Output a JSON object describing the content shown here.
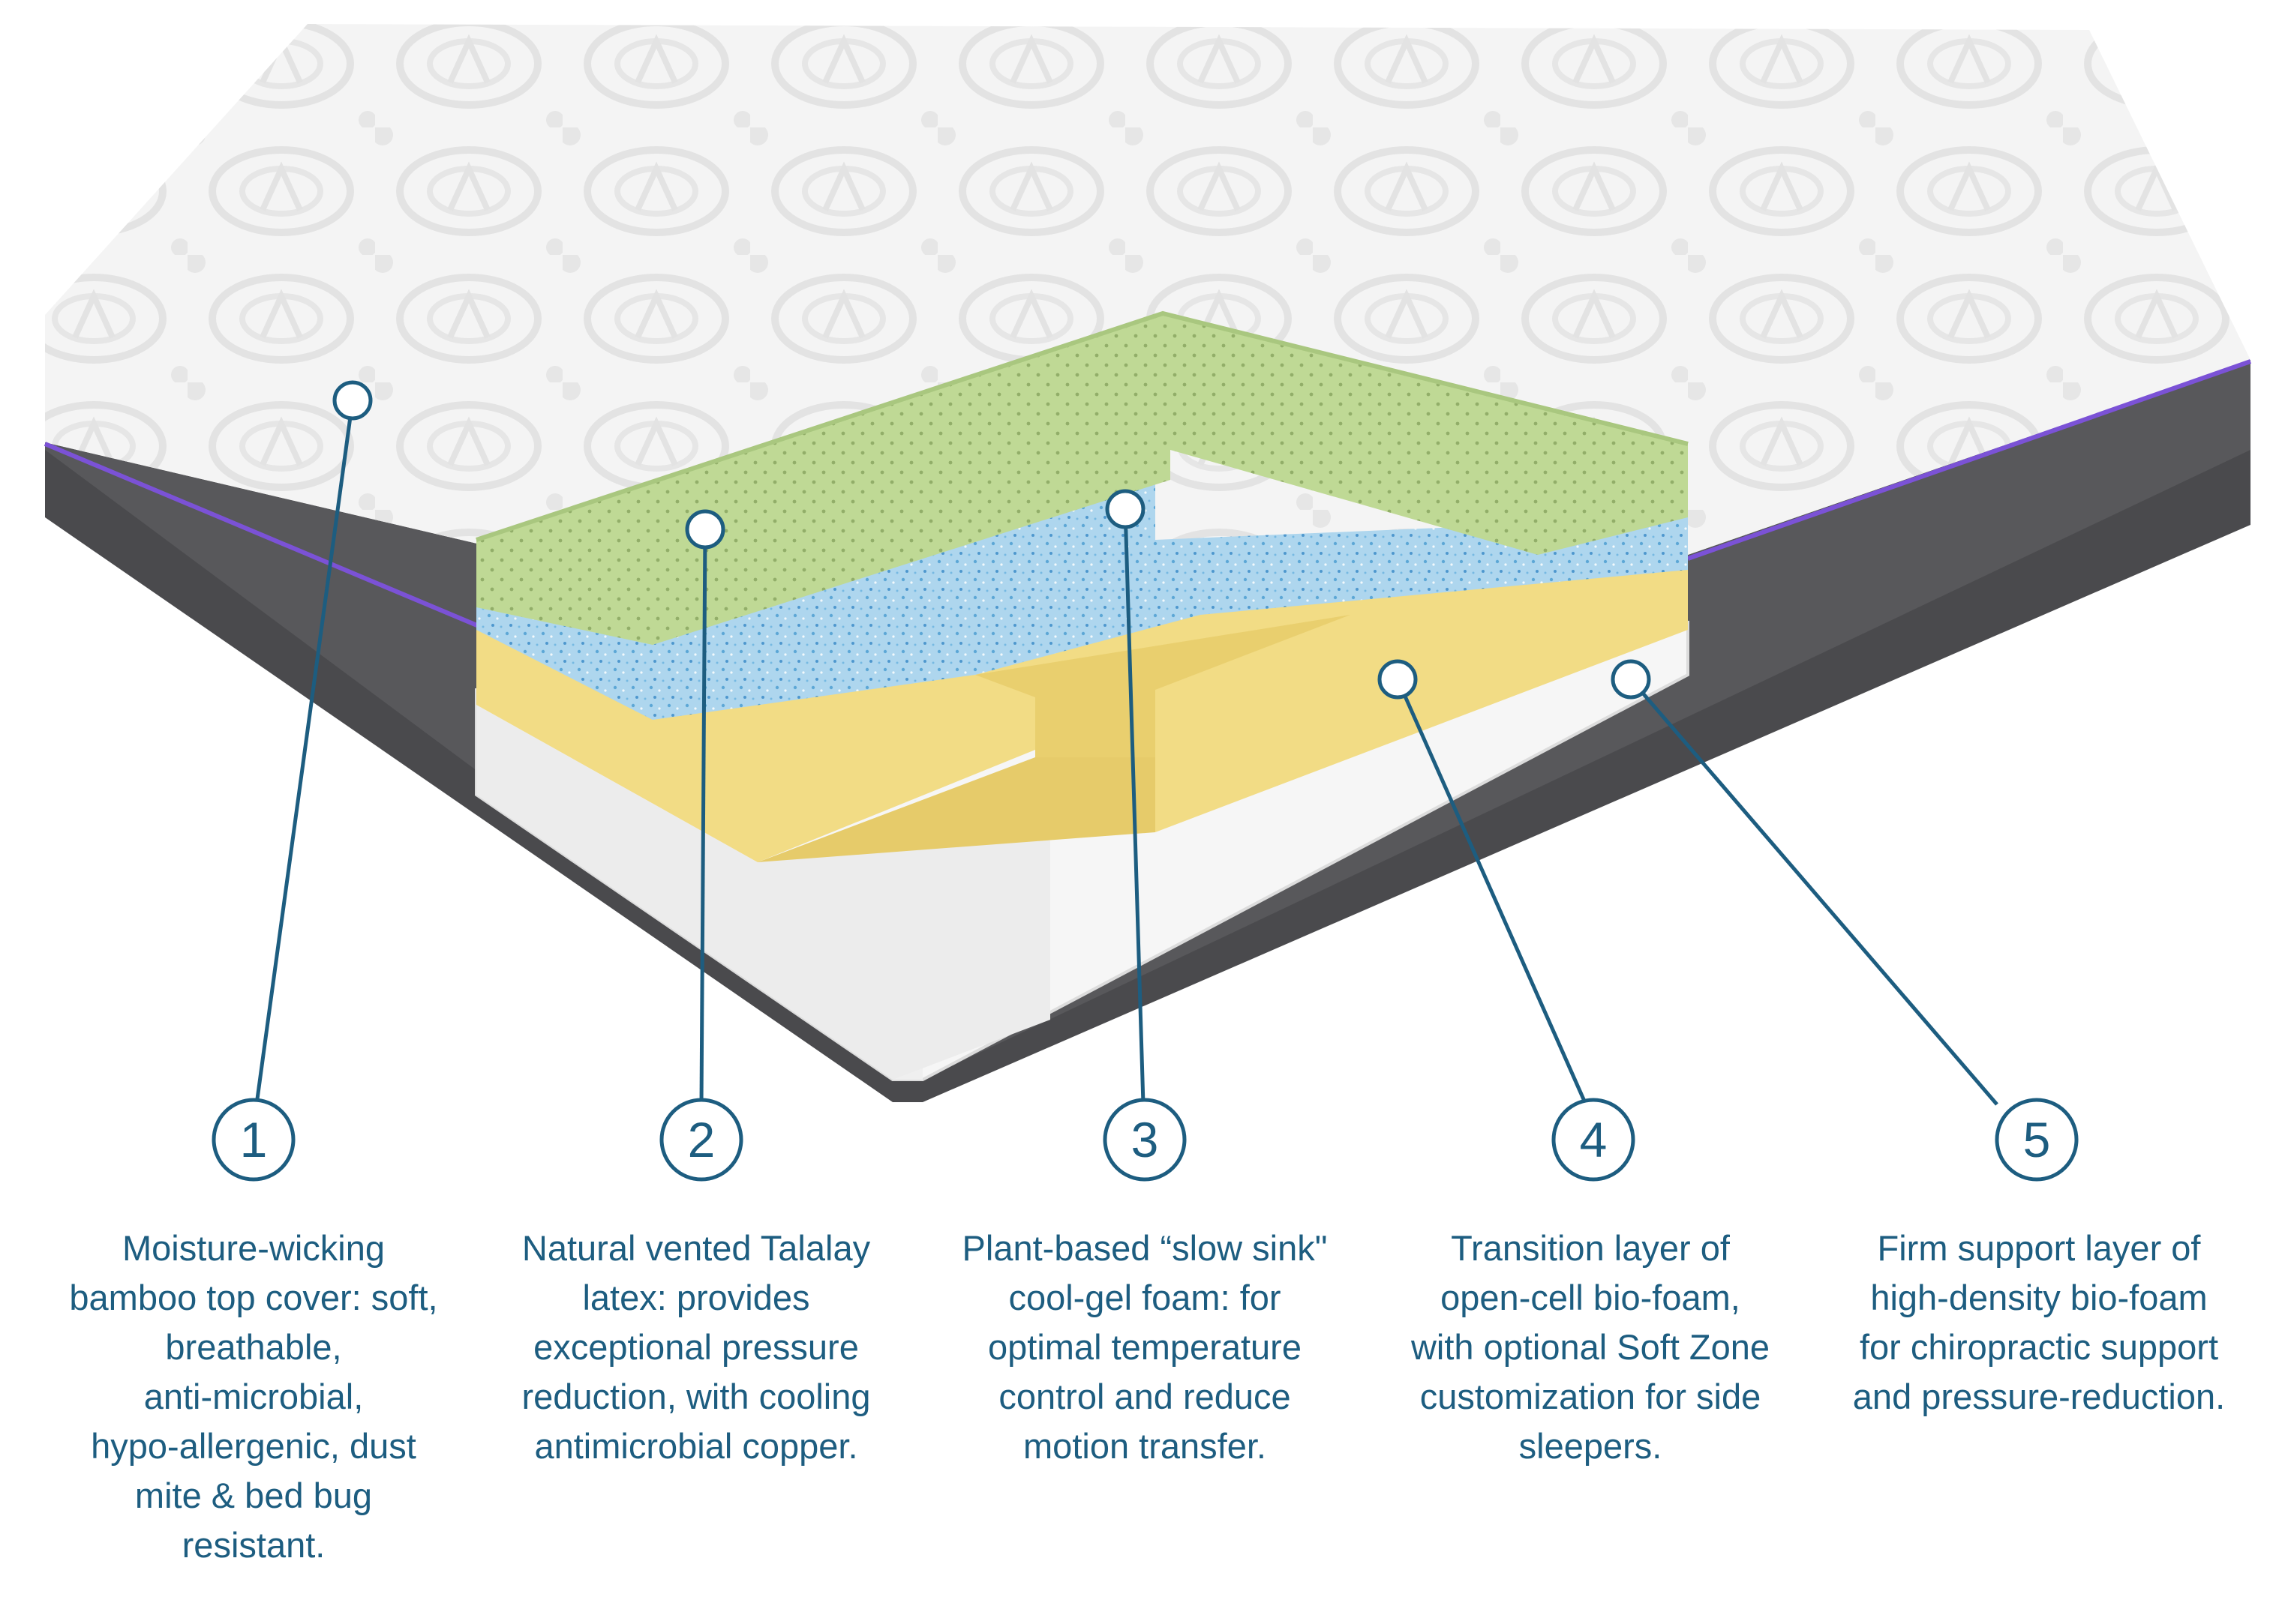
{
  "colors": {
    "accent": "#1d5d80",
    "cover": "#f3f3f3",
    "cover_pattern": "#e1e1e1",
    "border": "#555558",
    "trim": "#7b52d6",
    "latex": "#bcd892",
    "gel": "#a9d3ec",
    "transition": "#f1dc87",
    "support": "#f7f7f7"
  },
  "callouts": [
    {
      "number": "1",
      "lines": [
        "Moisture-wicking",
        "bamboo top cover: soft,",
        "breathable,",
        "anti-microbial,",
        "hypo-allergenic, dust",
        "mite & bed bug",
        "resistant."
      ]
    },
    {
      "number": "2",
      "lines": [
        "Natural vented Talalay",
        "latex: provides",
        "exceptional pressure",
        "reduction, with cooling",
        "antimicrobial copper."
      ]
    },
    {
      "number": "3",
      "lines": [
        "Plant-based “slow sink\"",
        "cool-gel foam: for",
        "optimal temperature",
        "control and reduce",
        "motion transfer."
      ]
    },
    {
      "number": "4",
      "lines": [
        "Transition layer of",
        "open-cell bio-foam,",
        "with optional Soft Zone",
        "customization for side",
        "sleepers."
      ]
    },
    {
      "number": "5",
      "lines": [
        "Firm support layer of",
        "high-density bio-foam",
        "for chiropractic support",
        "and pressure-reduction."
      ]
    }
  ]
}
